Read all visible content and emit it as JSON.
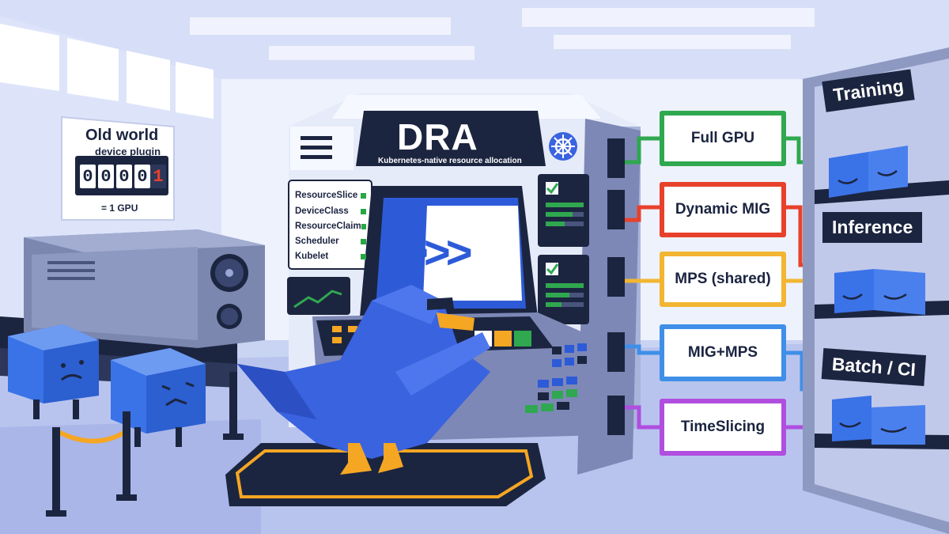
{
  "console": {
    "title": "DRA",
    "subtitle": "Kubernetes-native resource allocation",
    "arrows": ">>>",
    "resources": [
      "ResourceSlice",
      "DeviceClass",
      "ResourceClaim",
      "Scheduler",
      "Kubelet"
    ]
  },
  "old_world": {
    "title": "Old world",
    "subtitle": "device plugin",
    "counter_digits": [
      "0",
      "0",
      "0",
      "0",
      "1"
    ],
    "footer": "= 1 GPU"
  },
  "routes": [
    {
      "label": "Full GPU",
      "color": "#2fa84f"
    },
    {
      "label": "Dynamic MIG",
      "color": "#e8412b"
    },
    {
      "label": "MPS (shared)",
      "color": "#f2b632"
    },
    {
      "label": "MIG+MPS",
      "color": "#3f8fe8"
    },
    {
      "label": "TimeSlicing",
      "color": "#b04ee0"
    }
  ],
  "shelves": [
    {
      "label": "Training"
    },
    {
      "label": "Inference"
    },
    {
      "label": "Batch / CI"
    }
  ],
  "colors": {
    "room": "#c9d3f2",
    "wall": "#e9eefc",
    "floor": "#b9c4ee",
    "navy": "#1c2540",
    "mascot": "#3a63e0",
    "accent": "#f5a623",
    "cube": "#3a72e8"
  },
  "icons": [
    "kubernetes-helm-icon",
    "check-icon",
    "trend-up-icon",
    "gpu-fan-icon",
    "hamburger-icon"
  ]
}
